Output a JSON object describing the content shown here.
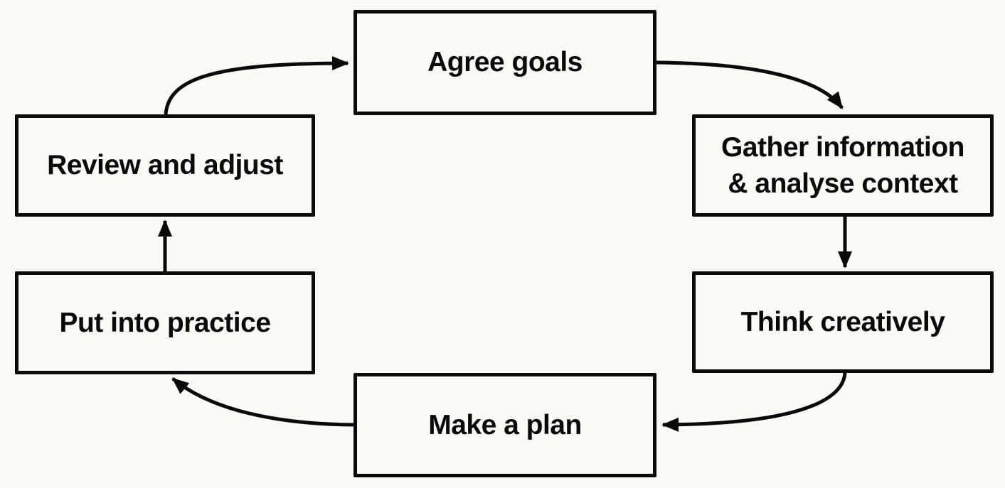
{
  "diagram": {
    "type": "cycle-flowchart",
    "background_color": "#fbfbf6",
    "line_color": "#0a0a0a",
    "nodes": [
      {
        "id": "agree-goals",
        "label": "Agree goals"
      },
      {
        "id": "gather-information",
        "label": "Gather information\n& analyse context"
      },
      {
        "id": "think-creatively",
        "label": "Think creatively"
      },
      {
        "id": "make-a-plan",
        "label": "Make a plan"
      },
      {
        "id": "put-into-practice",
        "label": "Put into practice"
      },
      {
        "id": "review-and-adjust",
        "label": "Review and adjust"
      }
    ],
    "edges": [
      {
        "from": "agree-goals",
        "to": "gather-information"
      },
      {
        "from": "gather-information",
        "to": "think-creatively"
      },
      {
        "from": "think-creatively",
        "to": "make-a-plan"
      },
      {
        "from": "make-a-plan",
        "to": "put-into-practice"
      },
      {
        "from": "put-into-practice",
        "to": "review-and-adjust"
      },
      {
        "from": "review-and-adjust",
        "to": "agree-goals"
      }
    ]
  }
}
